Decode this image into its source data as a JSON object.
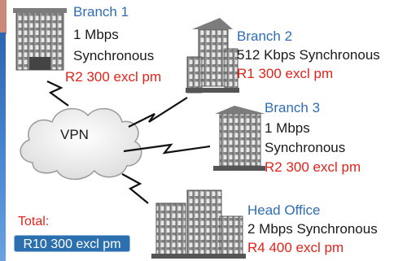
{
  "vpn": {
    "label": "VPN"
  },
  "branch1": {
    "name": "Branch 1",
    "line1": "1 Mbps",
    "line2": "Synchronous",
    "price": "R2 300 excl pm"
  },
  "branch2": {
    "name": "Branch 2",
    "line1": "512 Kbps Synchronous",
    "price": "R1 300 excl pm"
  },
  "branch3": {
    "name": "Branch 3",
    "line1": "1 Mbps",
    "line2": "Synchronous",
    "price": "R2 300 excl pm"
  },
  "head_office": {
    "name": "Head Office",
    "line1": "2 Mbps Synchronous",
    "price": "R4 400 excl pm"
  },
  "total": {
    "label": "Total:",
    "value": "R10 300 excl pm"
  },
  "colors": {
    "name_blue": "#2e6db4",
    "price_red": "#e2231a",
    "total_bg": "#2c6fae"
  }
}
